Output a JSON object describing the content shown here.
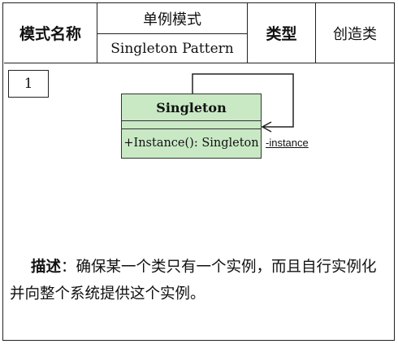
{
  "header": {
    "name_label": "模式名称",
    "pattern_cn": "单例模式",
    "pattern_en": "Singleton Pattern",
    "type_label": "类型",
    "type_value": "创造类"
  },
  "diagram": {
    "number": "1",
    "class_name": "Singleton",
    "operation": "+Instance(): Singleton",
    "association_label": "-instance",
    "class_fill": "#c8e9c4"
  },
  "description": {
    "lead": "描述",
    "colon": "：",
    "text": "确保某一个类只有一个实例，而且自行实例化并向整个系统提供这个实例。"
  }
}
